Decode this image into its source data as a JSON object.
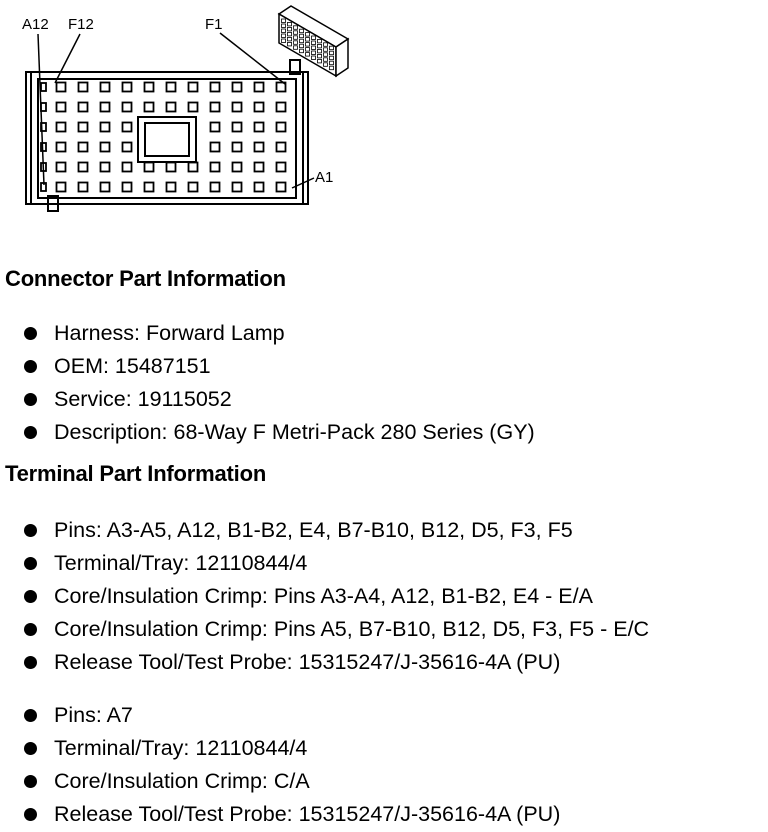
{
  "diagram": {
    "labels": {
      "a12": "A12",
      "f12": "F12",
      "f1": "F1",
      "a1": "A1"
    }
  },
  "connector": {
    "heading": "Connector Part Information",
    "items": [
      "Harness: Forward Lamp",
      "OEM: 15487151",
      "Service: 19115052",
      "Description: 68-Way F Metri-Pack 280 Series (GY)"
    ]
  },
  "terminal": {
    "heading": "Terminal Part Information",
    "group1": [
      "Pins: A3-A5, A12, B1-B2, E4, B7-B10, B12, D5, F3, F5",
      "Terminal/Tray: 12110844/4",
      "Core/Insulation Crimp: Pins A3-A4, A12, B1-B2, E4 - E/A",
      "Core/Insulation Crimp: Pins A5, B7-B10, B12, D5, F3, F5 - E/C",
      "Release Tool/Test Probe: 15315247/J-35616-4A (PU)"
    ],
    "group2": [
      "Pins: A7",
      "Terminal/Tray: 12110844/4",
      "Core/Insulation Crimp: C/A",
      "Release Tool/Test Probe: 15315247/J-35616-4A (PU)"
    ]
  }
}
